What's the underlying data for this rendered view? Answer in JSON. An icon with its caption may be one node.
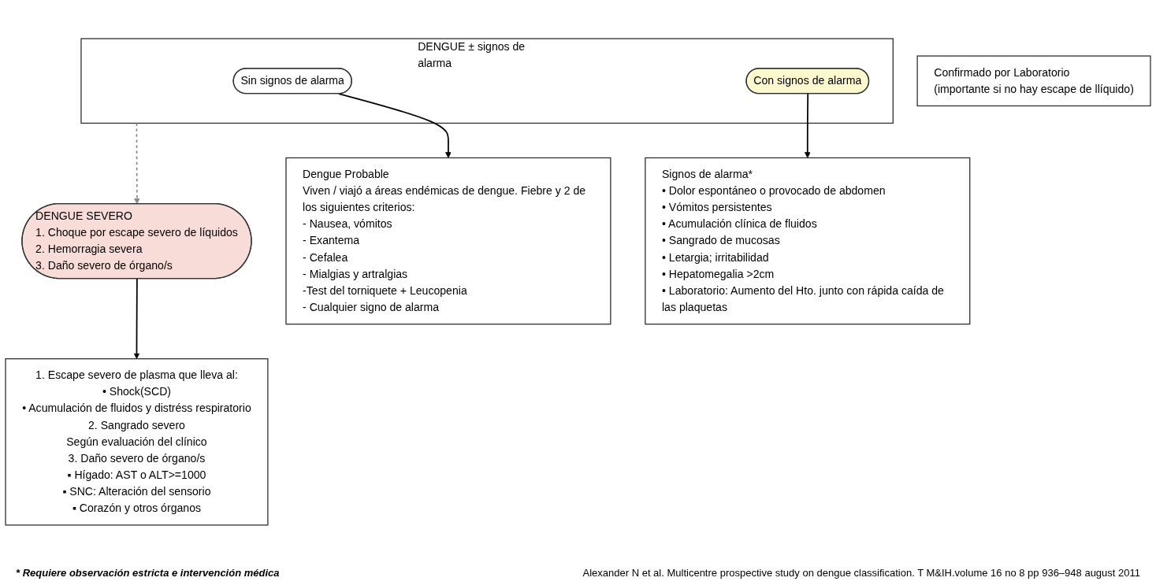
{
  "diagram": {
    "nodes": [
      {
        "text": [
          "DENGUE ± signos de alarma"
        ]
      },
      {
        "text": [
          "Sin signos de alarma"
        ],
        "in": 0
      },
      {
        "text": [
          "Con signos de alarma"
        ],
        "in": 0
      },
      {
        "text": [
          "DENGUE SEVERO",
          "1. Choque por escape severo de líquidos",
          "2. Hemorragia severa",
          "3. Daño severo de órgano/s"
        ]
      },
      {
        "text": [
          "Dengue Probable",
          "Viven / viajó a áreas endémicas de dengue. Fiebre y 2 de los siguientes criterios:",
          "- Nausea, vómitos",
          "- Exantema",
          "- Cefalea",
          "- Mialgias y artralgias",
          "-Test del torniquete + Leucopenia",
          "- Cualquier signo de alarma"
        ]
      },
      {
        "text": [
          "Confirmado por Laboratorio",
          "(importante si no hay escape de llíquido)"
        ]
      },
      {
        "text": [
          "Signos de alarma*",
          "• Dolor espontáneo o provocado de abdomen",
          "• Vómitos persistentes",
          "• Acumulación clínica de fluidos",
          "• Sangrado de mucosas",
          "• Letargia; irritabilidad",
          "• Hepatomegalia >2cm",
          "• Laboratorio: Aumento del Hto. junto con rápida caída de las plaquetas"
        ]
      },
      {
        "text": [
          "1. Escape severo de plasma que lleva al:",
          "• Shock(SCD)",
          "• Acumulación de fluidos y distréss respiratorio",
          "2. Sangrado severo",
          "Según evaluación del clínico",
          "3. Daño severo de órgano/s",
          "▪ Hígado: AST o ALT>=1000",
          "▪ SNC: Alteración del sensorio",
          "▪ Corazón y otros órganos"
        ]
      }
    ],
    "edges": [
      {
        "from": 0,
        "to": 3,
        "arrow": "to",
        "style": "dashed",
        "color": "#8c8c8c"
      },
      {
        "from": 1,
        "to": 4,
        "arrow": "to"
      },
      {
        "from": 2,
        "to": 6,
        "arrow": "to"
      },
      {
        "from": 3,
        "to": 7,
        "arrow": "to"
      }
    ],
    "labels": [
      "* Requiere observación estricta e intervención médica",
      "Alexander N et al. Multicentre prospective study on dengue classification. T M&IH.volume 16 no 8 pp 936–948 august 2011"
    ]
  }
}
